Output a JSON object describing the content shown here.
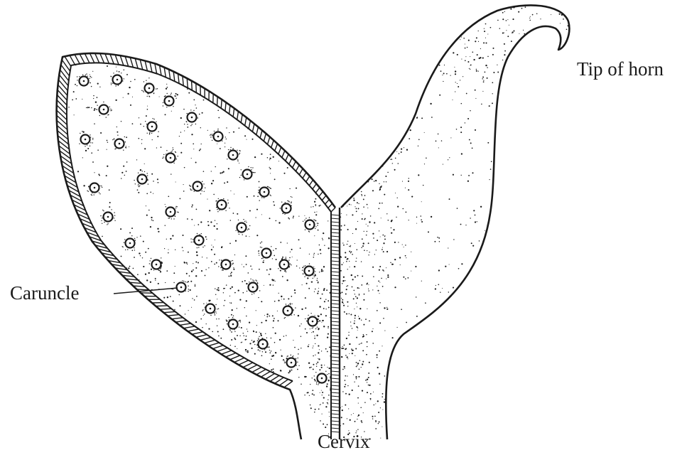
{
  "labels": {
    "tip_of_horn": "Tip of horn",
    "caruncle": "Caruncle",
    "cervix": "Cervix"
  },
  "colors": {
    "ink": "#1a1a1a",
    "background": "#ffffff"
  }
}
